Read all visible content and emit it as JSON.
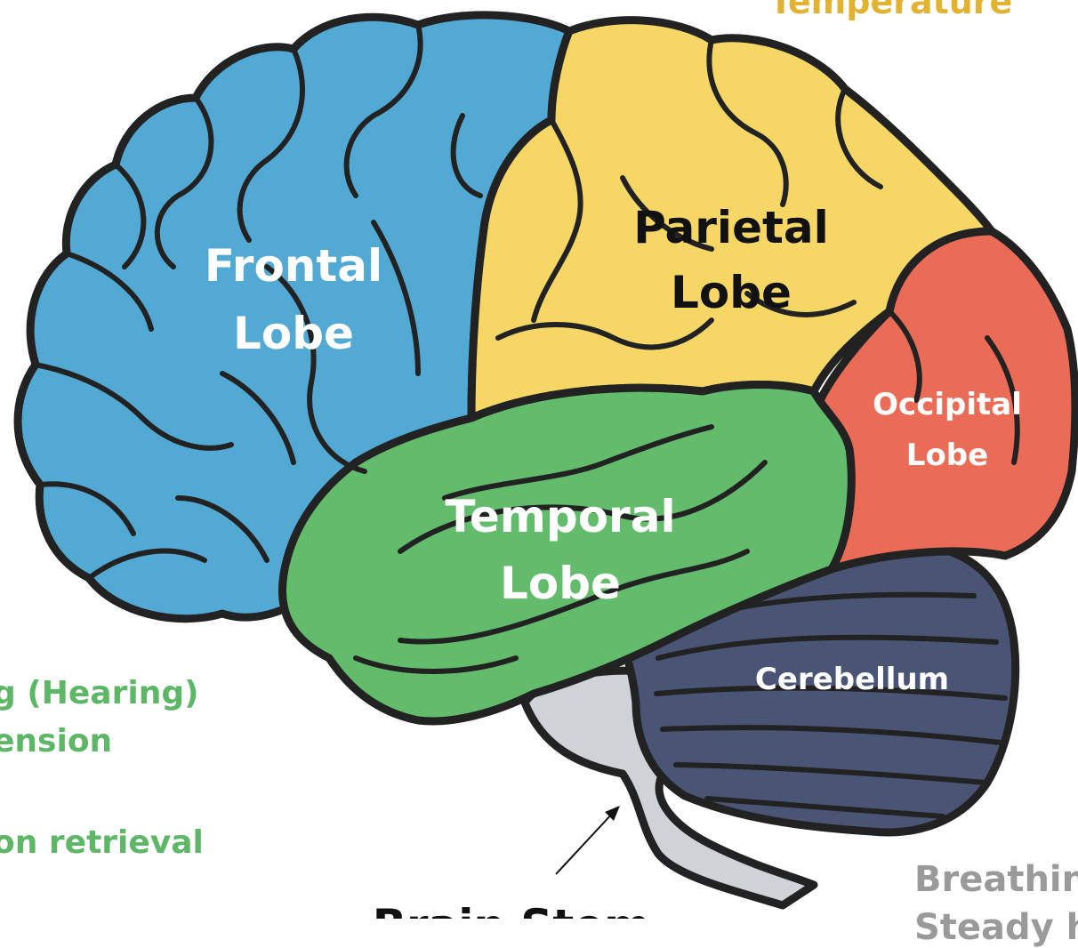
{
  "colors": {
    "frontal": "#52a9d3",
    "parietal": "#f6d766",
    "occipital": "#eb6c56",
    "temporal": "#62bc6c",
    "cerebellum": "#4a5475",
    "brainstem": "#cfd3d7",
    "outline": "#222222",
    "temperature_text": "#e3b230",
    "temporal_text": "#5db766",
    "brainstem_text": "#9a9a9a"
  },
  "labels": {
    "frontal": [
      "Frontal",
      "Lobe"
    ],
    "parietal": [
      "Parietal",
      "Lobe"
    ],
    "occipital": [
      "Occipital",
      "Lobe"
    ],
    "temporal": [
      "Temporal",
      "Lobe"
    ],
    "cerebellum": "Cerebellum",
    "brain_stem": "Brain Stem"
  },
  "side_text": {
    "parietal_function": "Temperature",
    "temporal_functions": [
      "g (Hearing)",
      "ension",
      "on retrieval"
    ],
    "brainstem_functions": [
      "Breathin",
      "Steady h"
    ]
  }
}
